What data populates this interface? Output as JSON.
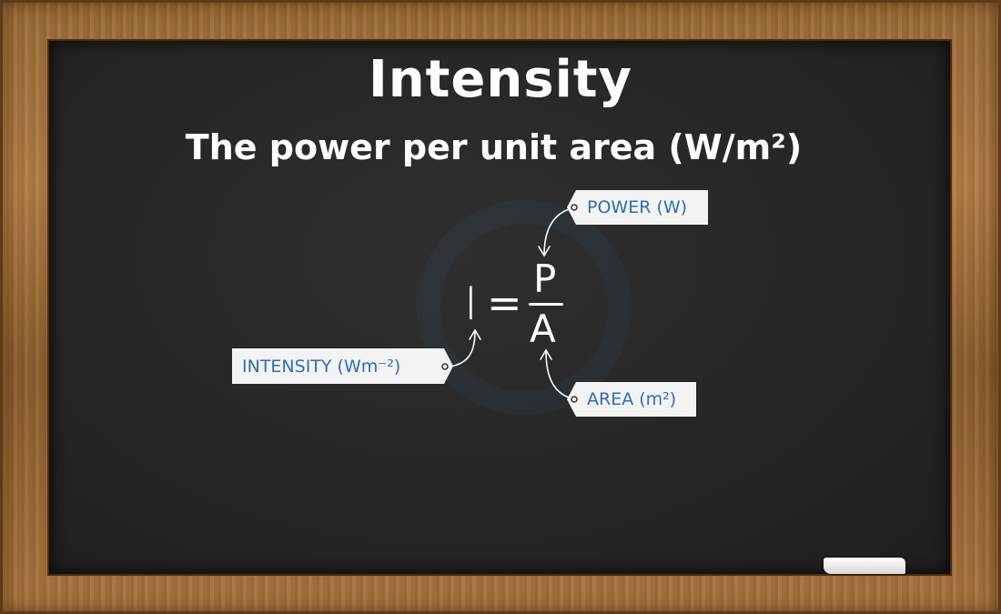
{
  "title": "Intensity",
  "subtitle": "The power per unit area (W/m²)",
  "formula": {
    "lhs": "I",
    "equals": "=",
    "numerator": "P",
    "denominator": "A"
  },
  "labels": {
    "power": "POWER (W)",
    "area": "AREA (m²)",
    "intensity": "INTENSITY (Wm⁻²)"
  },
  "colors": {
    "board": "#262626",
    "frame": "#a87440",
    "label_text": "#2c6fb4",
    "label_bg": "#f3f3f3",
    "chalk": "#ffffff"
  }
}
